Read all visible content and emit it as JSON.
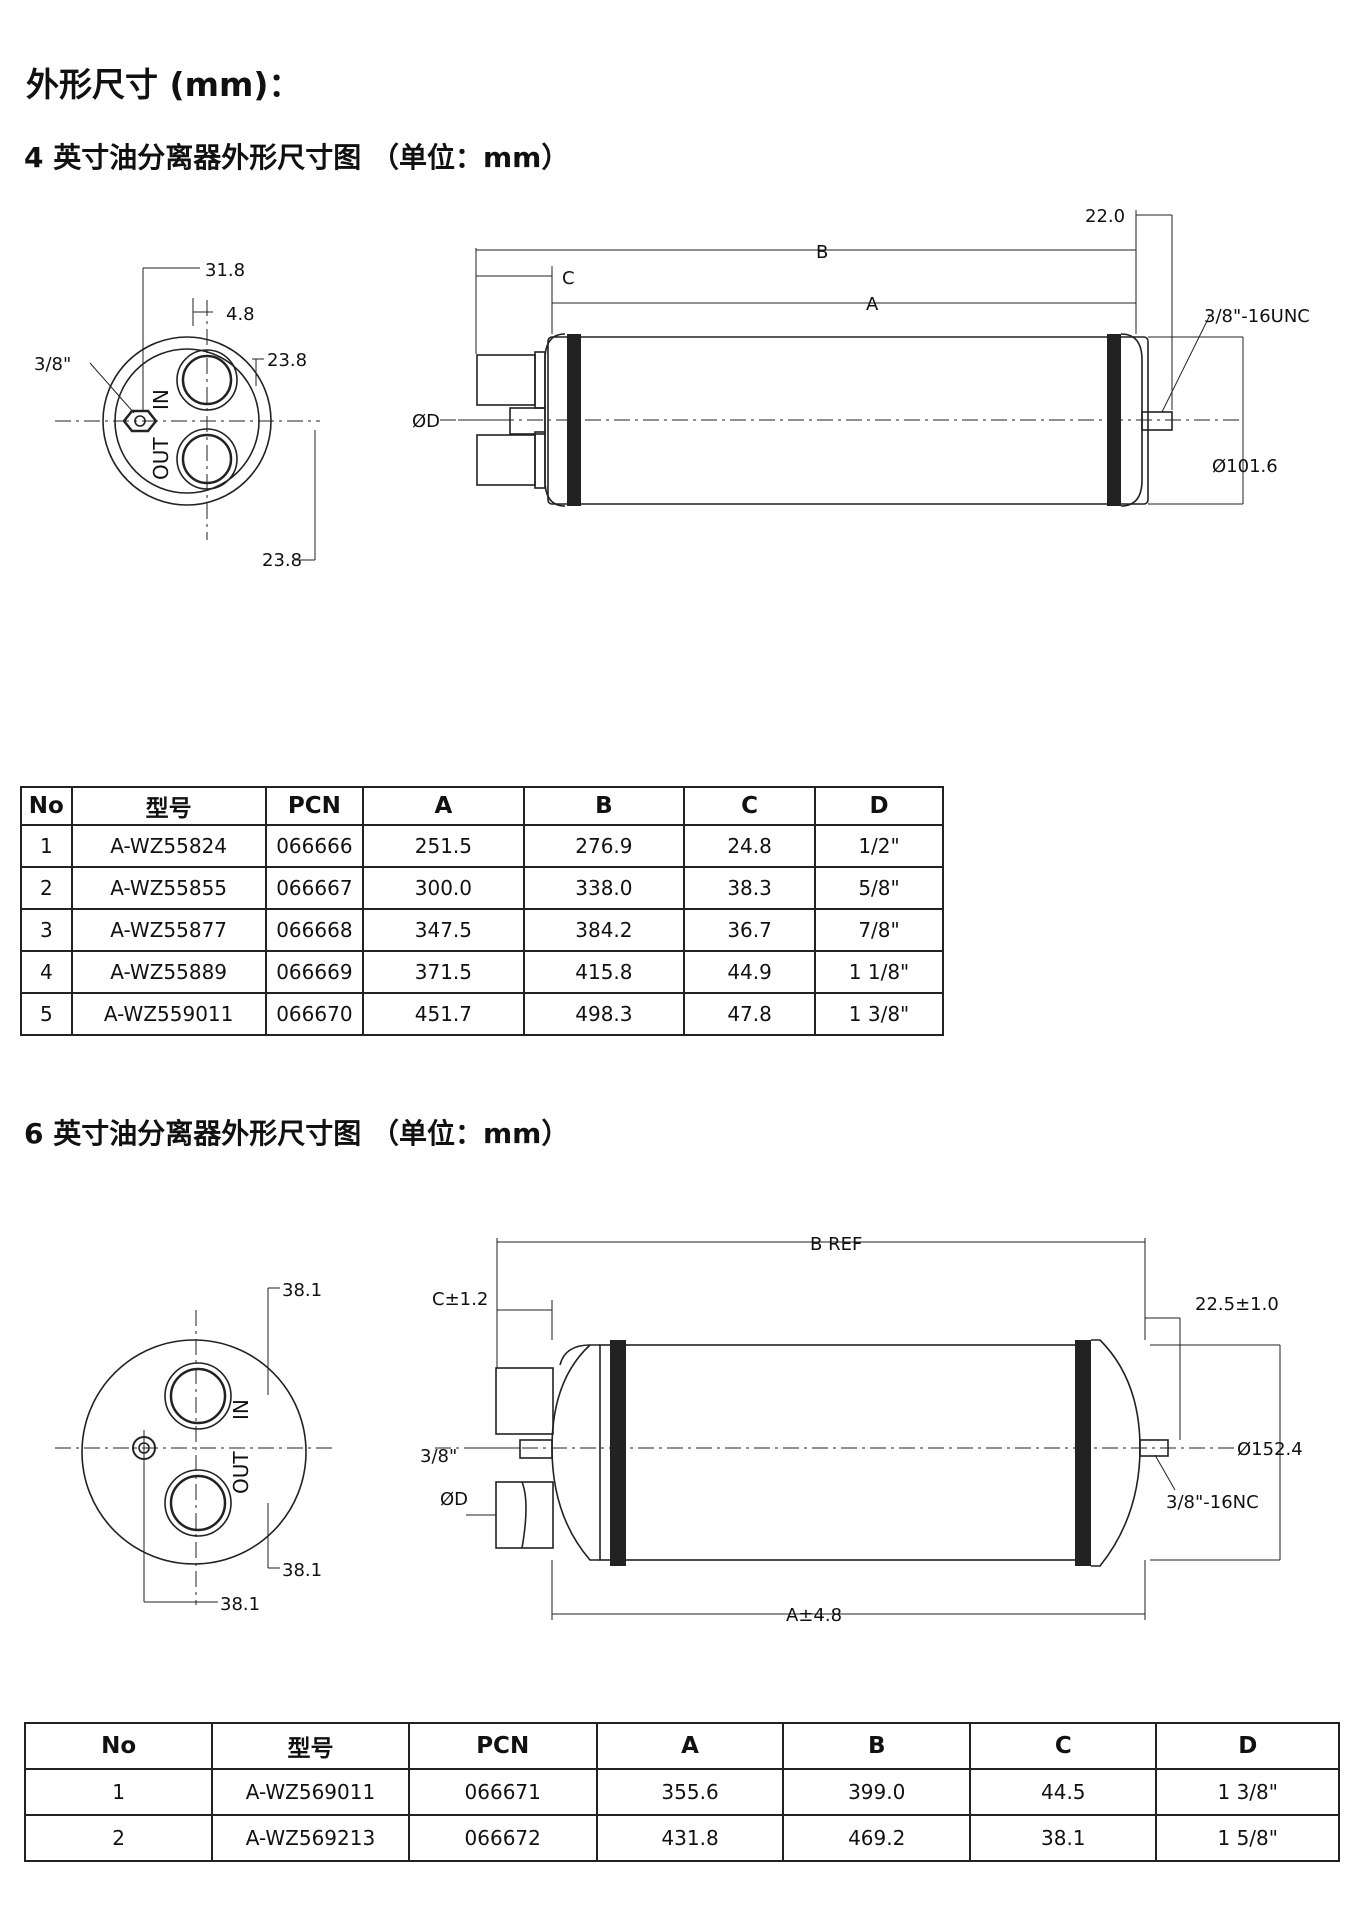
{
  "page_title": "外形尺寸 (mm)：",
  "section4": {
    "title": "4 英寸油分离器外形尺寸图 （单位：mm）",
    "end_labels": {
      "d31_8": "31.8",
      "d4_8": "4.8",
      "d23_8a": "23.8",
      "d23_8b": "23.8",
      "port38": "3/8\"",
      "in": "IN",
      "out": "OUT"
    },
    "side_labels": {
      "b": "B",
      "c": "C",
      "a": "A",
      "d22": "22.0",
      "unc": "3/8\"-16UNC",
      "od": "ØD",
      "dia": "Ø101.6"
    },
    "table": {
      "headers": [
        "No",
        "型号",
        "PCN",
        "A",
        "B",
        "C",
        "D"
      ],
      "rows": [
        [
          "1",
          "A-WZ55824",
          "066666",
          "251.5",
          "276.9",
          "24.8",
          "1/2\""
        ],
        [
          "2",
          "A-WZ55855",
          "066667",
          "300.0",
          "338.0",
          "38.3",
          "5/8\""
        ],
        [
          "3",
          "A-WZ55877",
          "066668",
          "347.5",
          "384.2",
          "36.7",
          "7/8\""
        ],
        [
          "4",
          "A-WZ55889",
          "066669",
          "371.5",
          "415.8",
          "44.9",
          "1 1/8\""
        ],
        [
          "5",
          "A-WZ559011",
          "066670",
          "451.7",
          "498.3",
          "47.8",
          "1 3/8\""
        ]
      ]
    }
  },
  "section6": {
    "title": "6 英寸油分离器外形尺寸图 （单位：mm）",
    "end_labels": {
      "d38_1a": "38.1",
      "d38_1b": "38.1",
      "d38_1c": "38.1",
      "in": "IN",
      "out": "OUT"
    },
    "side_labels": {
      "bref": "B REF",
      "c": "C±1.2",
      "d22": "22.5±1.0",
      "port38": "3/8\"",
      "od": "ØD",
      "dia": "Ø152.4",
      "nc": "3/8\"-16NC",
      "a": "A±4.8"
    },
    "table": {
      "headers": [
        "No",
        "型号",
        "PCN",
        "A",
        "B",
        "C",
        "D"
      ],
      "rows": [
        [
          "1",
          "A-WZ569011",
          "066671",
          "355.6",
          "399.0",
          "44.5",
          "1 3/8\""
        ],
        [
          "2",
          "A-WZ569213",
          "066672",
          "431.8",
          "469.2",
          "38.1",
          "1 5/8\""
        ]
      ]
    }
  }
}
